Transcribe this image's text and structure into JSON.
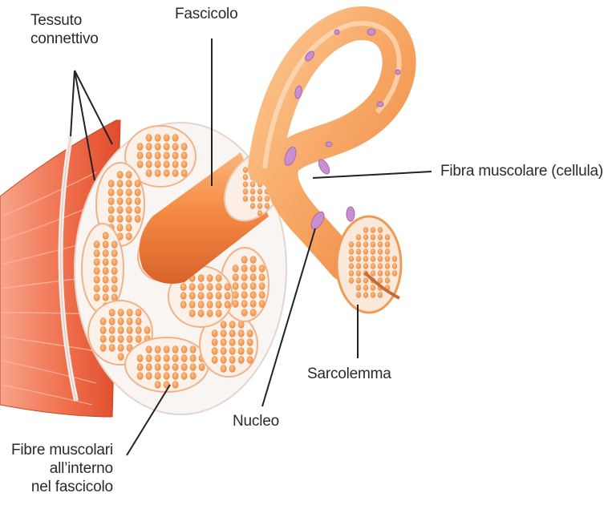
{
  "labels": {
    "tessuto_connettivo": [
      "Tessuto",
      "connettivo"
    ],
    "fascicolo": "Fascicolo",
    "fibra_muscolare": "Fibra muscolare (cellula)",
    "sarcolemma": "Sarcolemma",
    "nucleo": "Nucleo",
    "fibre_nel_fascicolo": [
      "Fibre muscolari",
      "all’interno",
      "nel fascicolo"
    ]
  },
  "colors": {
    "muscle_outer": "#e85a36",
    "muscle_stripe": "#f5a98c",
    "connective": "#f6f3f0",
    "fascicle_fill": "#f5894a",
    "fiber_dot": "#f7a15c",
    "fiber_body": "#f9b272",
    "nucleus": "#c98fd0",
    "leader_line": "#222222"
  }
}
